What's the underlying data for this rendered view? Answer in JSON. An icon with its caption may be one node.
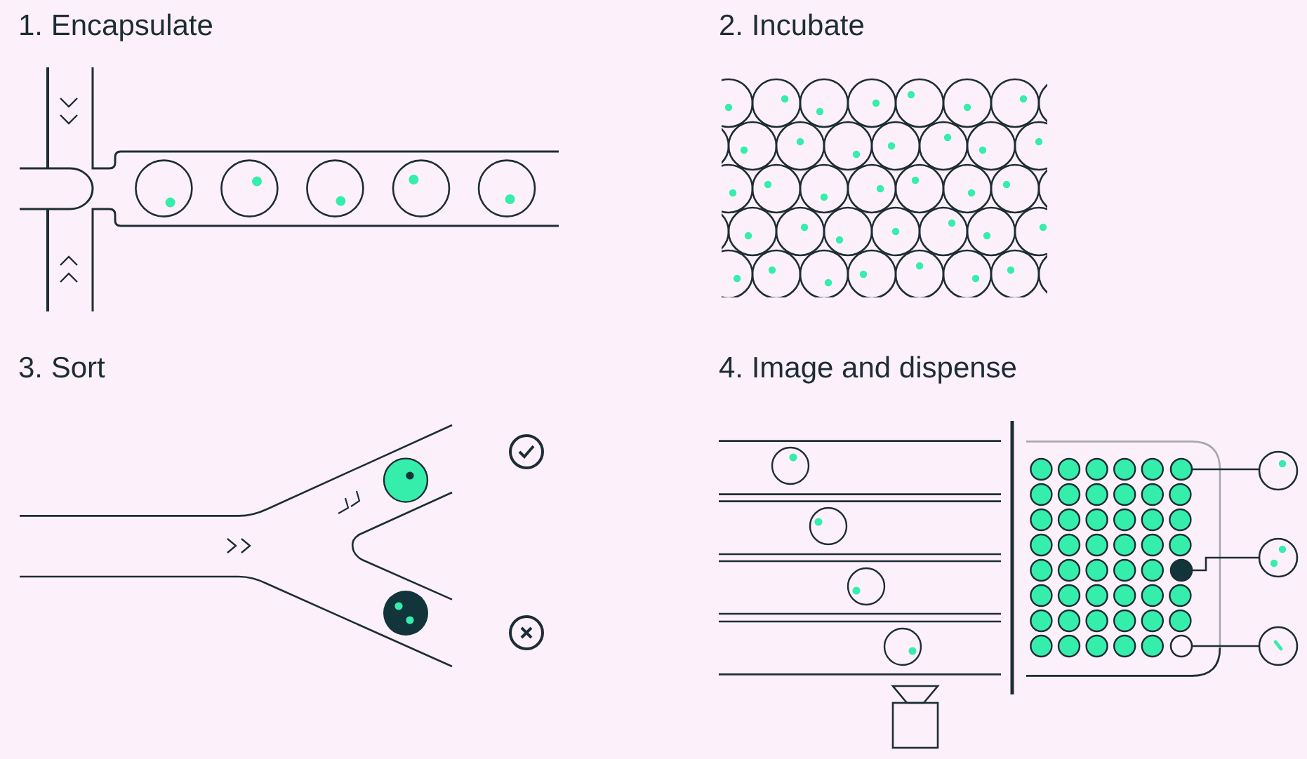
{
  "diagram": {
    "nodes": [
      {
        "text": [],
        "shape": "circle"
      },
      {
        "text": [],
        "shape": "circle"
      },
      {
        "text": [],
        "shape": "circle"
      },
      {
        "text": [],
        "shape": "circle"
      },
      {
        "text": [],
        "shape": "circle"
      },
      {
        "text": [],
        "shape": "circle"
      }
    ],
    "edges": [
      {
        "from": 0,
        "to": 3,
        "arrow": "none"
      },
      {
        "from": 1,
        "to": 4,
        "arrow": "none"
      },
      {
        "from": 2,
        "to": 5,
        "arrow": "none"
      }
    ],
    "labels": [
      "1. Encapsulate",
      "2. Incubate",
      "3. Sort",
      "4. Image and dispense"
    ]
  }
}
